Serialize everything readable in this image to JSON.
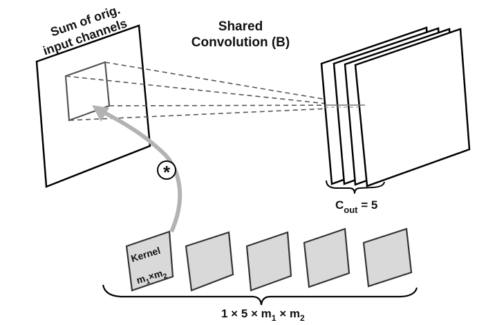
{
  "title": {
    "line1": "Shared",
    "line2": "Convolution (B)"
  },
  "input_plane": {
    "label_line1": "Sum of orig.",
    "label_line2": "input channels"
  },
  "operator": {
    "symbol": "*",
    "meaning": "convolution-operator"
  },
  "kernel": {
    "label": "Kernel",
    "dims_m1": "m",
    "dims_sub1": "1",
    "dims_times": "×",
    "dims_m2": "m",
    "dims_sub2": "2",
    "count": 5
  },
  "output": {
    "label_c": "C",
    "label_sub": "out",
    "label_rest": " = 5",
    "planes": 4
  },
  "kernel_brace_label": {
    "p1": "1 × 5 × m",
    "s1": "1",
    "p2": " × m",
    "s2": "2"
  },
  "colors": {
    "plane_stroke": "#000000",
    "inner_stroke": "#555555",
    "dash": "#555555",
    "arrow": "#b3b3b3",
    "kernel_fill": "#d9d9d9",
    "kernel_stroke": "#333333"
  }
}
